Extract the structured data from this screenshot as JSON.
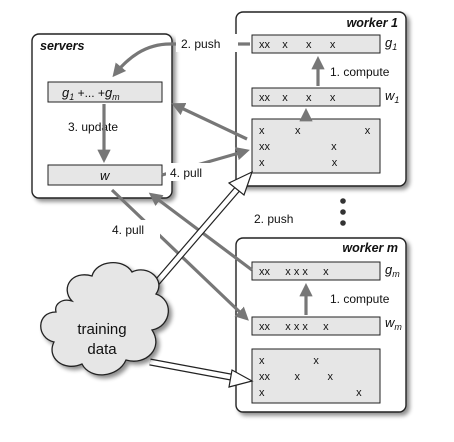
{
  "servers": {
    "title": "servers",
    "sum_label": "g",
    "sum_sub1": "1",
    "sum_mid": " +... +",
    "sum_label2": "g",
    "sum_sub2": "m",
    "update_label": "3. update",
    "w_label": "w"
  },
  "worker1": {
    "title": "worker 1",
    "g_row": "xx    x      x      x",
    "g_label": "g",
    "g_sub": "1",
    "compute_label": "1. compute",
    "w_row": "xx    x      x      x",
    "w_label": "w",
    "w_sub": "1",
    "data_lines": [
      "x          x                     x",
      "xx                    x",
      "x                      x"
    ]
  },
  "workerm": {
    "title": "worker m",
    "g_row": "xx     x x x     x",
    "g_label": "g",
    "g_sub": "m",
    "compute_label": "1. compute",
    "w_row": "xx     x x x     x",
    "w_label": "w",
    "w_sub": "m",
    "data_lines": [
      "x                x",
      "xx        x         x",
      "x                              x"
    ]
  },
  "edges": {
    "push1": "2. push",
    "pull1": "4. pull",
    "push2": "2. push",
    "pull2": "4. pull"
  },
  "cloud": {
    "line1": "training",
    "line2": "data"
  },
  "ellipsis": "⋮"
}
